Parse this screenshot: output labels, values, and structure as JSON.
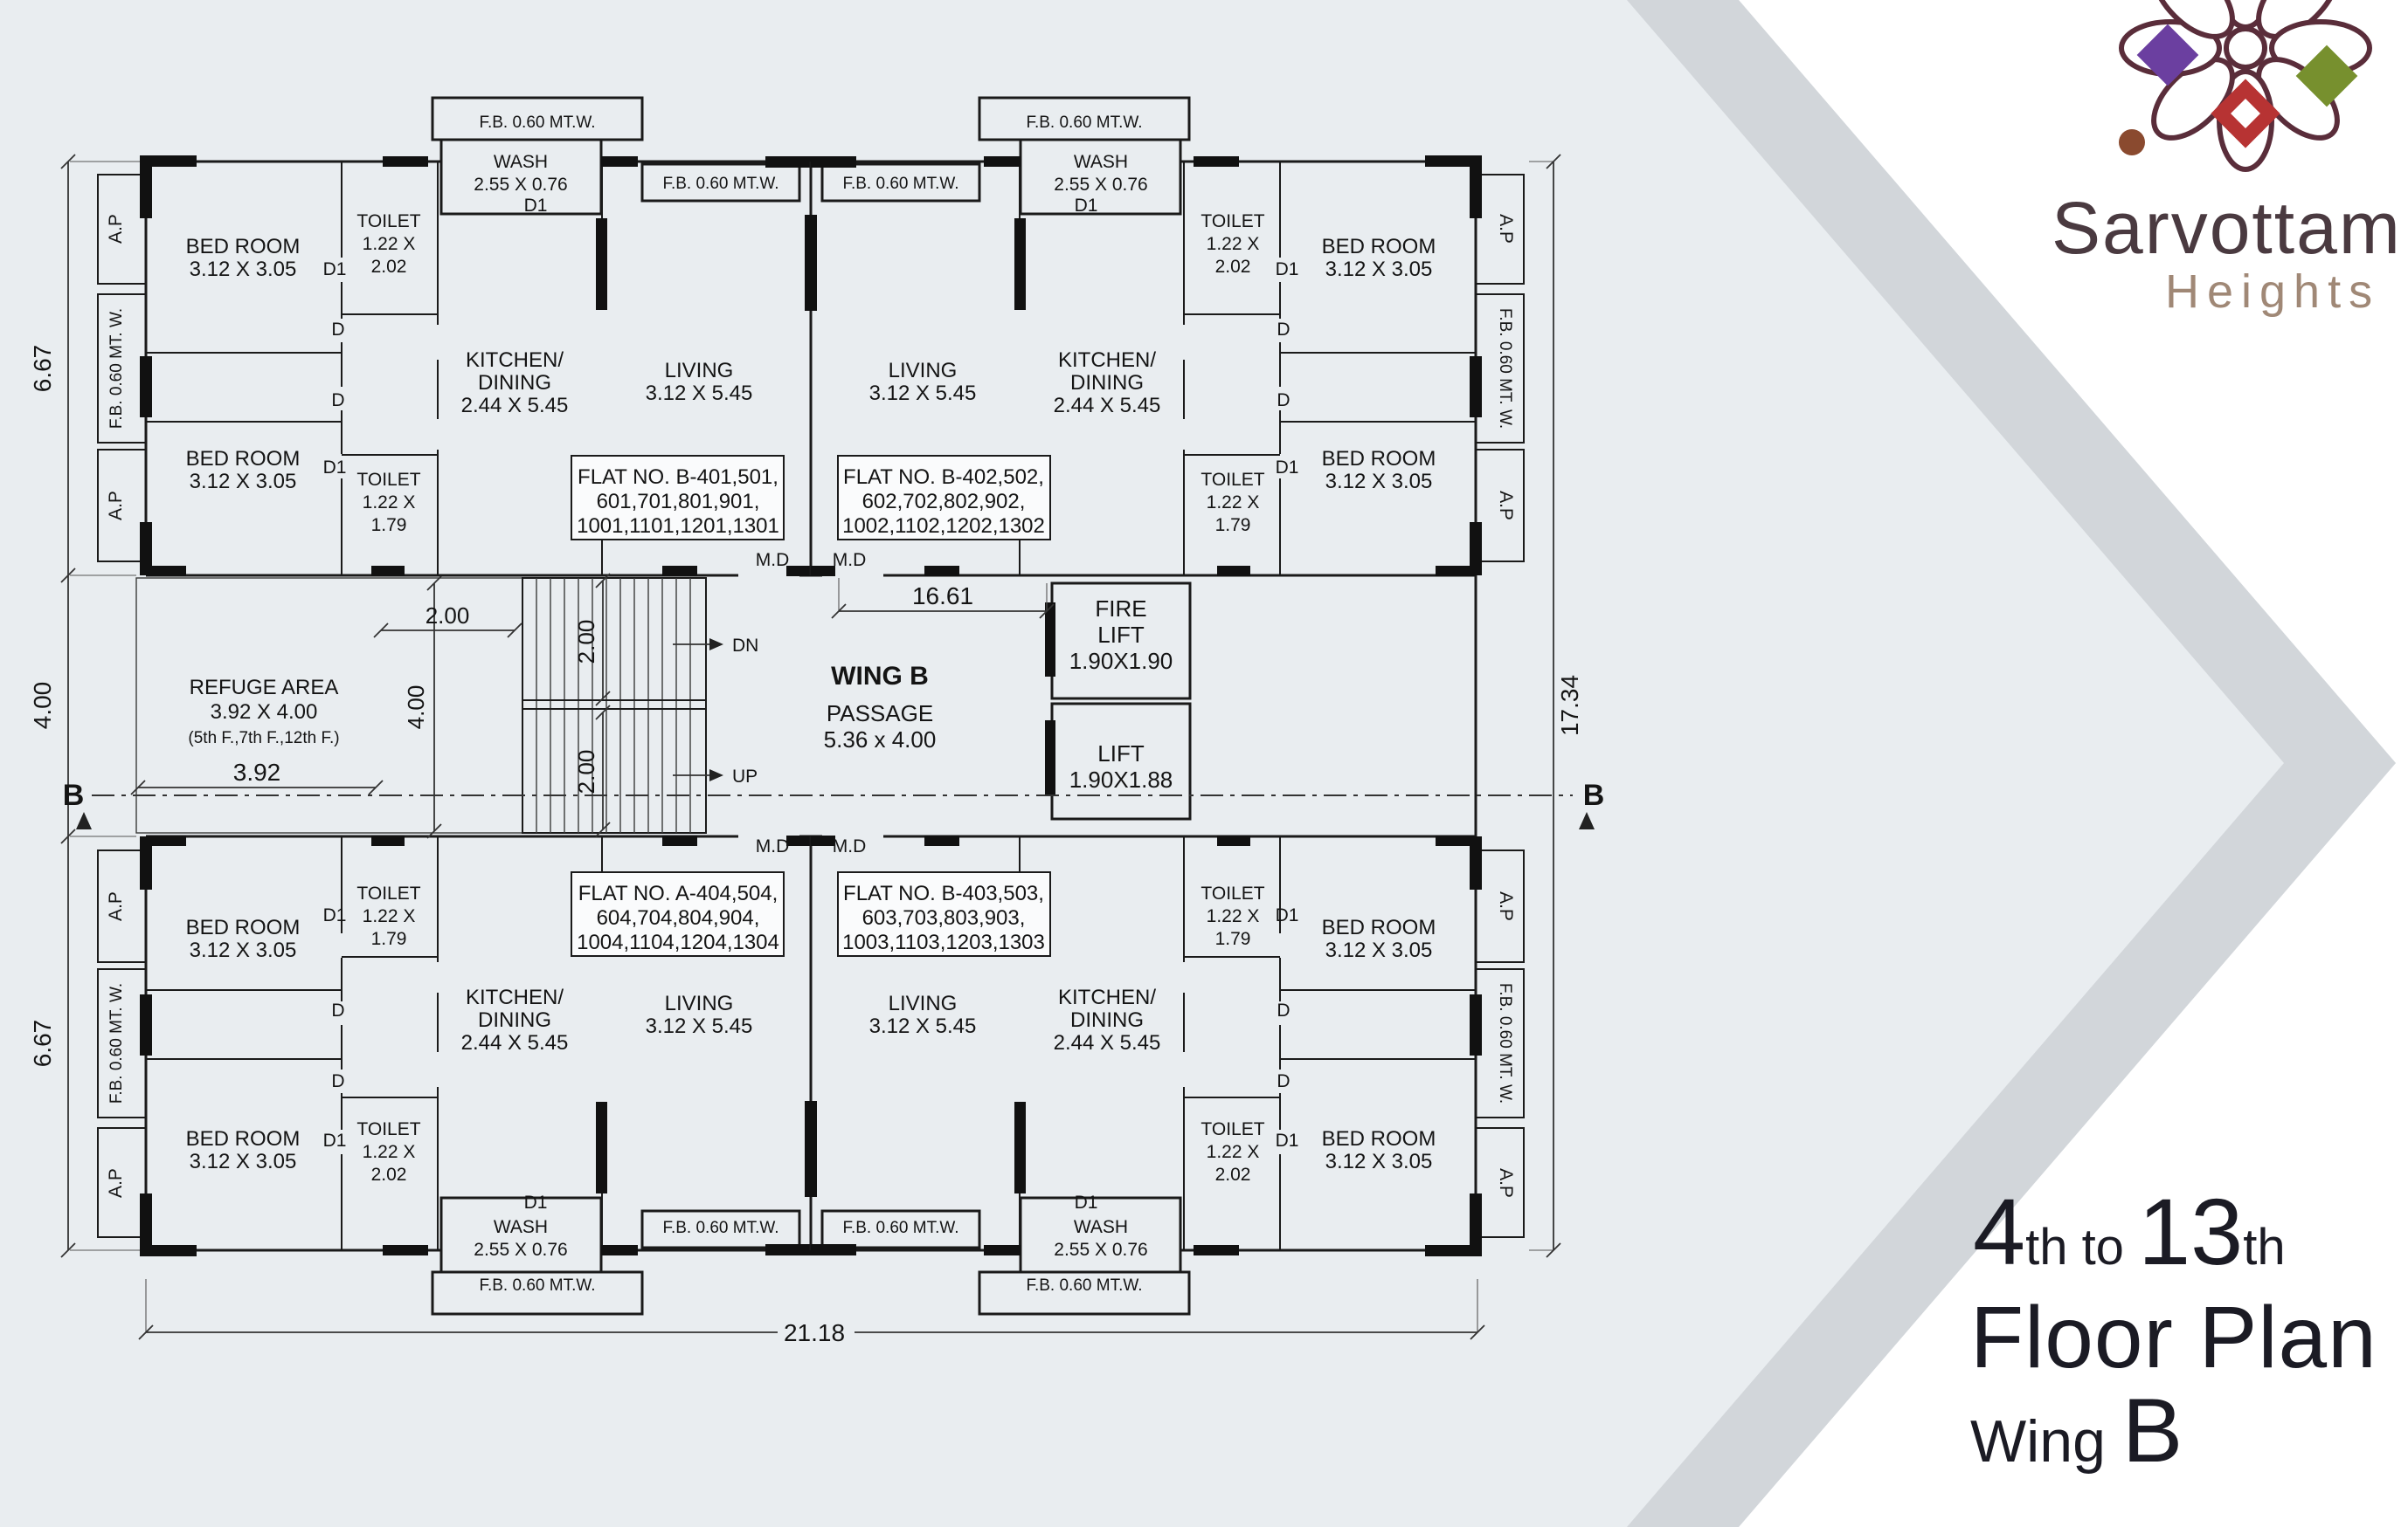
{
  "branding": {
    "name": "Sarvottam",
    "tagline": "Heights",
    "floor_line": {
      "big1": "4",
      "small1": "th to ",
      "big2": "13",
      "small2": "th"
    },
    "title": "Floor Plan",
    "wing_prefix": "Wing ",
    "wing_letter": "B"
  },
  "plan": {
    "rooms": {
      "bedroom_l1": "BED ROOM",
      "bedroom_l2": "3.12 X 3.05",
      "toilet_l1": "TOILET",
      "toilet_l2": "1.22 X",
      "toilet_d202": "2.02",
      "toilet_d179": "1.79",
      "wash_l1": "WASH",
      "wash_l2": "2.55 X 0.76",
      "kitchen_l1": "KITCHEN/",
      "kitchen_l2": "DINING",
      "kitchen_l3": "2.44 X 5.45",
      "living_l1": "LIVING",
      "living_l2": "3.12 X 5.45",
      "fb": "F.B. 0.60 MT.W.",
      "fb_spaced": "F.B. 0.60 MT. W.",
      "ap": "A.P",
      "door_d": "D",
      "door_d1": "D1",
      "main_door": "M.D"
    },
    "flats": {
      "tl": {
        "l1": "FLAT NO. B-401,501,",
        "l2": "601,701,801,901,",
        "l3": "1001,1101,1201,1301"
      },
      "tr": {
        "l1": "FLAT NO. B-402,502,",
        "l2": "602,702,802,902,",
        "l3": "1002,1102,1202,1302"
      },
      "bl": {
        "l1": "FLAT NO. A-404,504,",
        "l2": "604,704,804,904,",
        "l3": "1004,1104,1204,1304"
      },
      "br": {
        "l1": "FLAT NO. B-403,503,",
        "l2": "603,703,803,903,",
        "l3": "1003,1103,1203,1303"
      }
    },
    "core": {
      "wing": "WING B",
      "passage_l1": "PASSAGE",
      "passage_l2": "5.36 x 4.00",
      "fire_lift_l1": "FIRE",
      "fire_lift_l2": "LIFT",
      "fire_lift_l3": "1.90X1.90",
      "lift_l1": "LIFT",
      "lift_l2": "1.90X1.88",
      "refuge_l1": "REFUGE AREA",
      "refuge_l2": "3.92 X 4.00",
      "refuge_l3": "(5th F.,7th F.,12th F.)",
      "stair_dn": "DN",
      "stair_up": "UP"
    },
    "dims": {
      "total_width": "21.18",
      "total_height": "17.34",
      "wing_top": "6.67",
      "wing_mid": "4.00",
      "wing_bottom": "6.67",
      "passage_len": "16.61",
      "refuge_w": "3.92",
      "stair_flight": "2.00",
      "flight_w1": "2.00",
      "flight_w2": "2.00",
      "core_h": "4.00",
      "section_mark": "B"
    },
    "colors": {
      "line": "#1a1a1a",
      "background": "#e9edf0",
      "band": "#d2d6da",
      "arrow_white": "#ffffff",
      "brand_dark": "#4a3a40",
      "brand_light": "#a08876",
      "footer_text": "#1b1b24",
      "logo_purple": "#6b3fa0",
      "logo_green": "#77902e",
      "logo_red": "#b73333",
      "logo_maroon": "#5a2d3a"
    }
  }
}
